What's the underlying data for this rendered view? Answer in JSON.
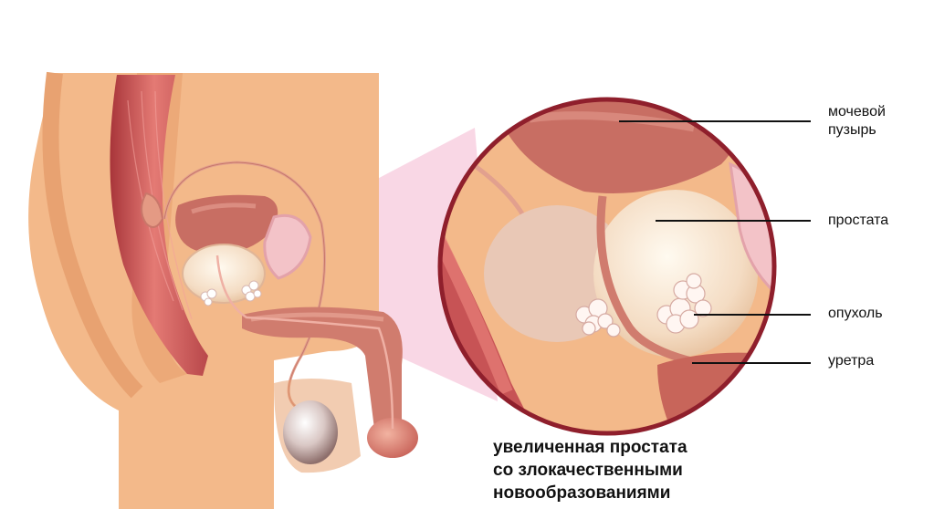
{
  "labels": {
    "bladder_line1": "мочевой",
    "bladder_line2": "пузырь",
    "prostate": "простата",
    "tumor": "опухоль",
    "urethra": "уретра"
  },
  "caption": {
    "line1": "увеличенная простата",
    "line2": "со злокачественными",
    "line3": "новообразованиями"
  },
  "colors": {
    "skin": "#f3b98a",
    "skin_dark": "#e8a271",
    "organ_red": "#c4504f",
    "bladder": "#c86e63",
    "prostate": "#f6dcc4",
    "lens_border": "#8f1f2c",
    "zoom_beam": "#f7c9dc"
  }
}
